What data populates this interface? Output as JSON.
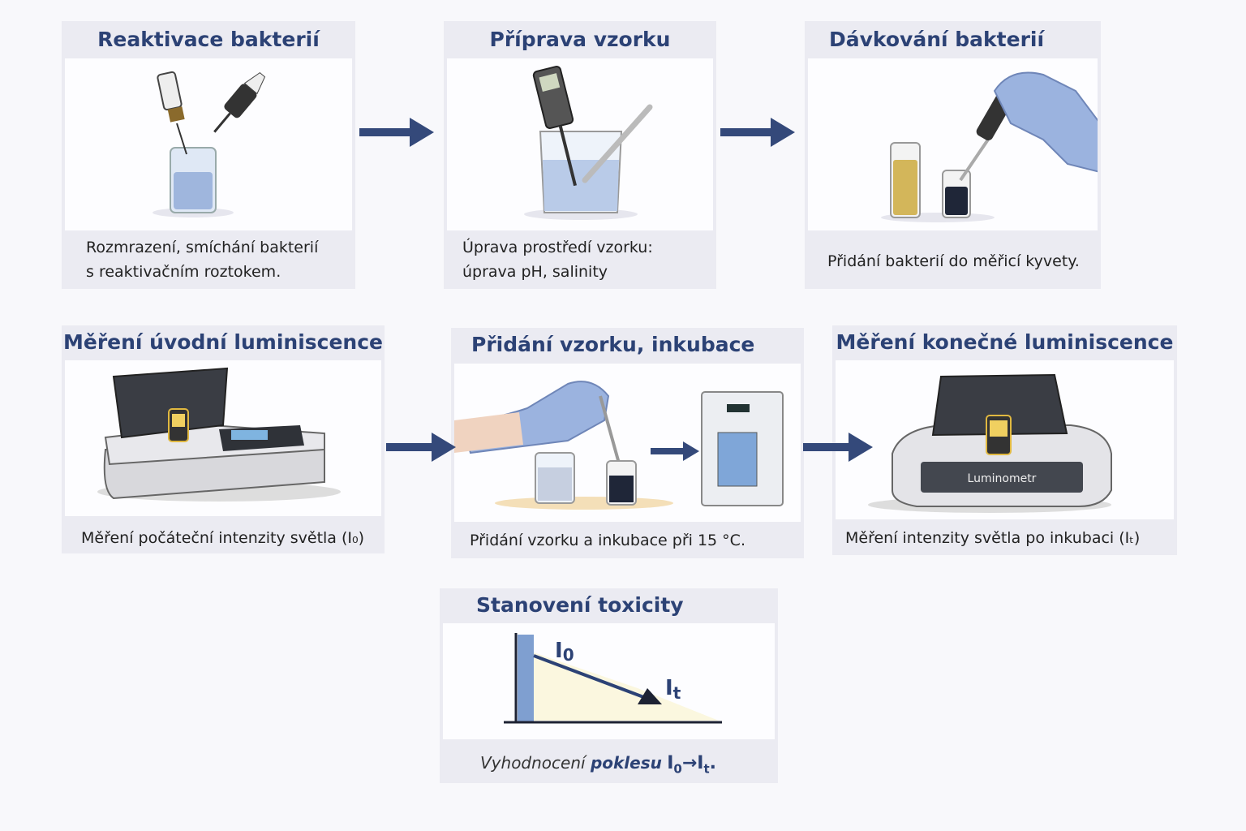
{
  "steps": [
    {
      "title": "Reaktivace bakterií",
      "caption_lines": [
        "Rozmrazení, smíchání bakterií",
        "s reaktivačním roztokem."
      ]
    },
    {
      "title": "Příprava vzorku",
      "caption_lines": [
        "Úprava prostředí vzorku:",
        "úprava pH, salinity"
      ]
    },
    {
      "title": "Dávkování bakterií",
      "caption_lines": [
        "Přidání bakterií do měřicí kyvety."
      ]
    },
    {
      "title": "Měření úvodní luminiscence",
      "caption_lines": [
        "Měření počáteční intenzity světla (I₀)"
      ]
    },
    {
      "title": "Přidání vzorku, inkubace",
      "caption_lines": [
        "Přidání vzorku a inkubace při 15 °C."
      ]
    },
    {
      "title": "Měření konečné luminiscence",
      "caption_lines": [
        "Měření intenzity světla po inkubaci (Iₜ)"
      ],
      "device_label": "Luminometr"
    },
    {
      "title": "Stanovení toxicity",
      "graph_labels": {
        "start": "I",
        "start_sub": "0",
        "end": "I",
        "end_sub": "t"
      },
      "caption": {
        "normal": "Vyhodnocení ",
        "bold": "poklesu",
        "formula_start": "I",
        "formula_start_sub": "0",
        "arrow": "→",
        "formula_end": "I",
        "formula_end_sub": "t",
        "period": "."
      }
    }
  ],
  "colors": {
    "title": "#2c4275",
    "arrow": "#34497a",
    "panel": "#ebebf2"
  }
}
